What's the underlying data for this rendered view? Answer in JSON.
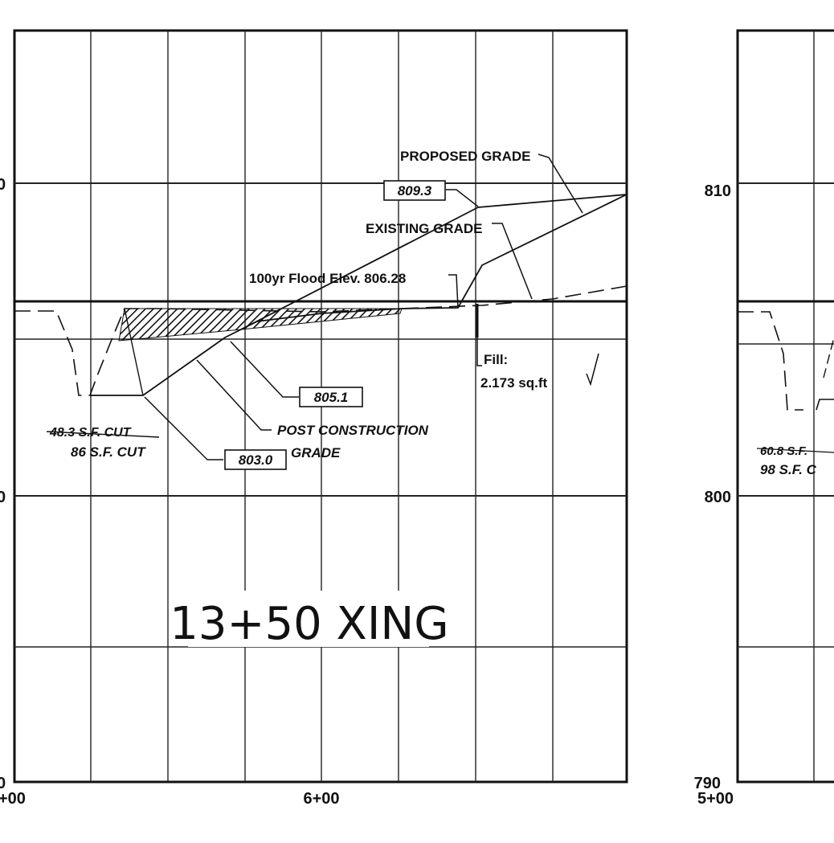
{
  "left_panel": {
    "title": "13+50 XING",
    "y_ticks": [
      "0",
      "0",
      "0"
    ],
    "x_ticks": [
      "+00",
      "6+00"
    ],
    "labels": {
      "proposed_grade": "PROPOSED GRADE",
      "existing_grade": "EXISTING GRADE",
      "flood_elev": "100yr Flood Elev. 806.28",
      "fill_label": "Fill:",
      "fill_value": "2.173 sq.ft",
      "post_construction_1": "POST CONSTRUCTION",
      "post_construction_2": "GRADE",
      "cut_old": "48.3 S.F. CUT",
      "cut_new": "86 S.F. CUT"
    },
    "boxed_elevations": [
      "809.3",
      "805.1",
      "803.0"
    ]
  },
  "right_panel": {
    "y_ticks": [
      "810",
      "800",
      "790"
    ],
    "x_ticks": [
      "5+00"
    ],
    "cut_old": "60.8 S.F.",
    "cut_new": "98 S.F. C"
  },
  "colors": {
    "line": "#111111",
    "grid": "#222222"
  }
}
